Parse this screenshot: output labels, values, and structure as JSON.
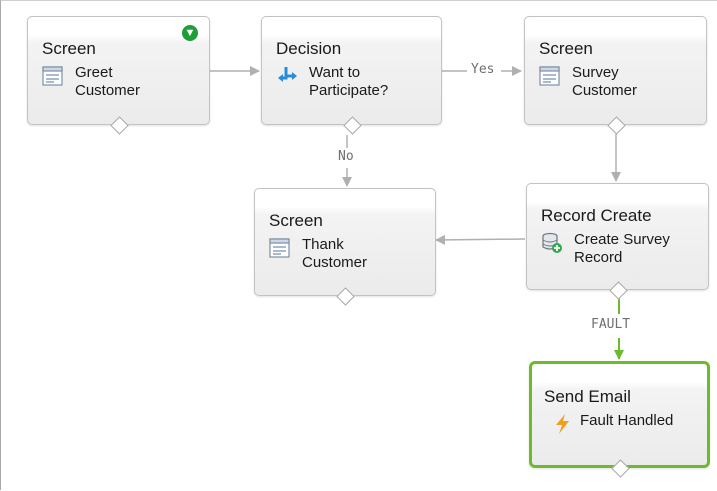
{
  "nodes": [
    {
      "id": "n1",
      "type": "Screen",
      "label": "Greet\nCustomer",
      "icon": "screen-icon",
      "start": true
    },
    {
      "id": "n2",
      "type": "Decision",
      "label": "Want to\nParticipate?",
      "icon": "decision-icon"
    },
    {
      "id": "n3",
      "type": "Screen",
      "label": "Survey\nCustomer",
      "icon": "screen-icon"
    },
    {
      "id": "n4",
      "type": "Screen",
      "label": "Thank\nCustomer",
      "icon": "screen-icon"
    },
    {
      "id": "n5",
      "type": "Record Create",
      "label": "Create Survey\nRecord",
      "icon": "record-create-icon"
    },
    {
      "id": "n6",
      "type": "Send Email",
      "label": "Fault Handled",
      "icon": "lightning-icon",
      "selected": true
    }
  ],
  "connectors": [
    {
      "from": "n1",
      "to": "n2",
      "label": ""
    },
    {
      "from": "n2",
      "to": "n3",
      "label": "Yes"
    },
    {
      "from": "n2",
      "to": "n4",
      "label": "No"
    },
    {
      "from": "n3",
      "to": "n5",
      "label": ""
    },
    {
      "from": "n5",
      "to": "n4",
      "label": ""
    },
    {
      "from": "n5",
      "to": "n6",
      "label": "FAULT",
      "fault": true
    }
  ],
  "colors": {
    "connector": "#b0b0b0",
    "fault": "#6dbb2d",
    "start_badge": "#1e9e3a",
    "decision_icon": "#2a8cd6",
    "lightning_icon": "#f0a020"
  }
}
